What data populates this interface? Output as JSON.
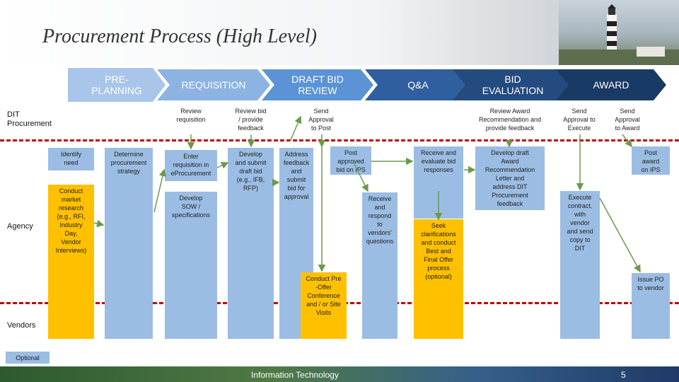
{
  "slide": {
    "title": "Procurement Process (High Level)",
    "page_number": "5",
    "footer": "Information Technology",
    "optional_label": "Optional"
  },
  "phases": [
    {
      "label": "PRE-\nPLANNING",
      "color": "#a9c6ea"
    },
    {
      "label": "REQUISITION",
      "color": "#8cb3e2"
    },
    {
      "label": "DRAFT BID\nREVIEW",
      "color": "#5b93d6"
    },
    {
      "label": "Q&A",
      "color": "#2f5f9f"
    },
    {
      "label": "BID\nEVALUATION",
      "color": "#234b80"
    },
    {
      "label": "AWARD",
      "color": "#1a3a66"
    }
  ],
  "lanes": {
    "dit": "DIT\nProcurement",
    "agency": "Agency",
    "vendors": "Vendors"
  },
  "steps": {
    "identify_need": "Identify\nneed",
    "conduct_market_research": "Conduct\nmarket\nresearch\n(e.g., RFI,\nIndustry\nDay,\nVendor\nInterviews)",
    "determine_strategy": "Determine\nprocurement\nstrategy",
    "review_requisition": "Review\nrequisition",
    "enter_requisition": "Enter\nrequisition in\neProcurement",
    "develop_sow": "Develop\nSOW /\nspecifications",
    "review_bid": "Review bid\n/ provide\nfeedback",
    "develop_draft_bid": "Develop\nand submit\ndraft bid\n(e.g., IFB,\nRFP)",
    "address_feedback": "Address\nfeedback\nand\nsubmit\nbid for\napproval",
    "send_approval_post": "Send\nApproval\nto Post",
    "post_bid_ips": "Post\napproved\nbid on IPS",
    "conduct_pre_offer": "Conduct Pre\n-Offer\nConference\nand / or Site\nVisits",
    "receive_questions": "Receive\nand\nrespond\nto\nvendors'\nquestions",
    "receive_evaluate": "Receive and\nevaluate bid\nresponses",
    "seek_clarifications": "Seek\nclarifications\nand conduct\nBest and\nFinal Offer\nprocess\n(optional)",
    "review_award": "Review Award\nRecommendation and\nprovide feedback",
    "develop_award": "Develop draft\nAward\nRecommendation\nLetter and\naddress DIT\nProcurement\nfeedback",
    "send_approval_execute": "Send\nApproval to\nExecute",
    "execute_contract": "Execute\ncontract,\nwith\nvendor\nand send\ncopy to\nDIT",
    "send_approval_award": "Send\nApproval\nto Award",
    "post_award_ips": "Post\naward\non IPS",
    "issue_po": "Issue PO\nto vendor"
  }
}
